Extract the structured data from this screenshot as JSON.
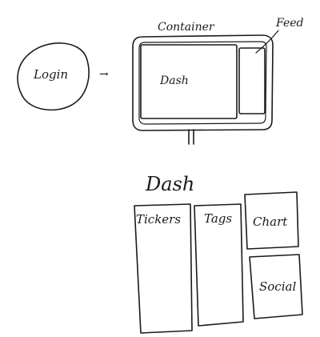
{
  "sketch": {
    "top": {
      "login_label": "Login",
      "arrow_glyph": "→",
      "container_label": "Container",
      "feed_label": "Feed",
      "dash_label": "Dash"
    },
    "bottom": {
      "title": "Dash",
      "columns": [
        {
          "label": "Tickers"
        },
        {
          "label": "Tags"
        },
        {
          "label": "Chart"
        },
        {
          "label": "Social"
        }
      ]
    }
  }
}
